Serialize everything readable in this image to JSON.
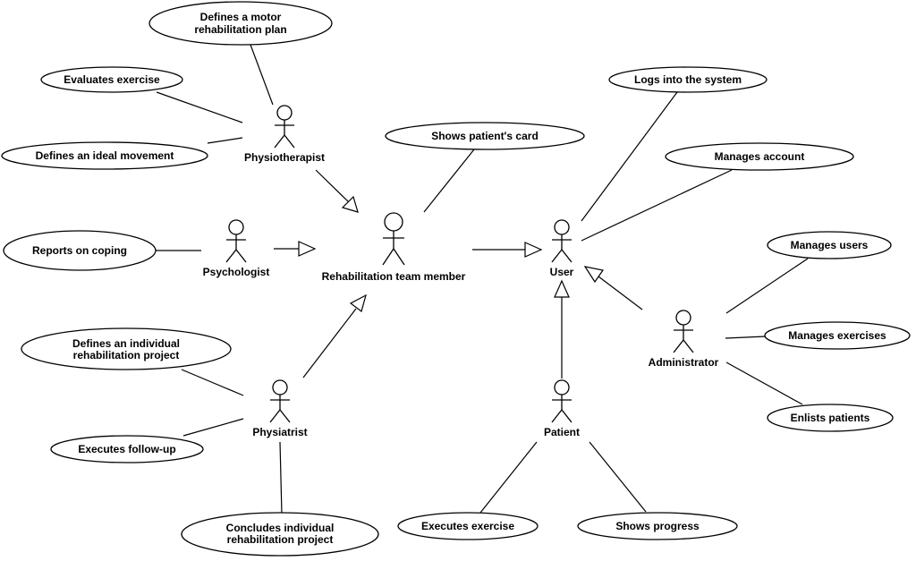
{
  "actors": {
    "physiotherapist": "Physiotherapist",
    "psychologist": "Psychologist",
    "physiatrist": "Physiatrist",
    "team_member": "Rehabilitation team member",
    "user": "User",
    "patient": "Patient",
    "administrator": "Administrator"
  },
  "use_cases": {
    "motor_plan": [
      "Defines a motor",
      "rehabilitation plan"
    ],
    "evaluates_exercise": "Evaluates exercise",
    "ideal_movement": "Defines an ideal movement",
    "reports_coping": "Reports on coping",
    "individual_project": [
      "Defines an individual",
      "rehabilitation project"
    ],
    "follow_up": "Executes follow-up",
    "concludes_project": [
      "Concludes individual",
      "rehabilitation project"
    ],
    "patient_card": "Shows patient's card",
    "logs_in": "Logs into the system",
    "manages_account": "Manages account",
    "manages_users": "Manages users",
    "manages_exercises": "Manages exercises",
    "enlists_patients": "Enlists patients",
    "executes_exercise": "Executes exercise",
    "shows_progress": "Shows progress"
  }
}
